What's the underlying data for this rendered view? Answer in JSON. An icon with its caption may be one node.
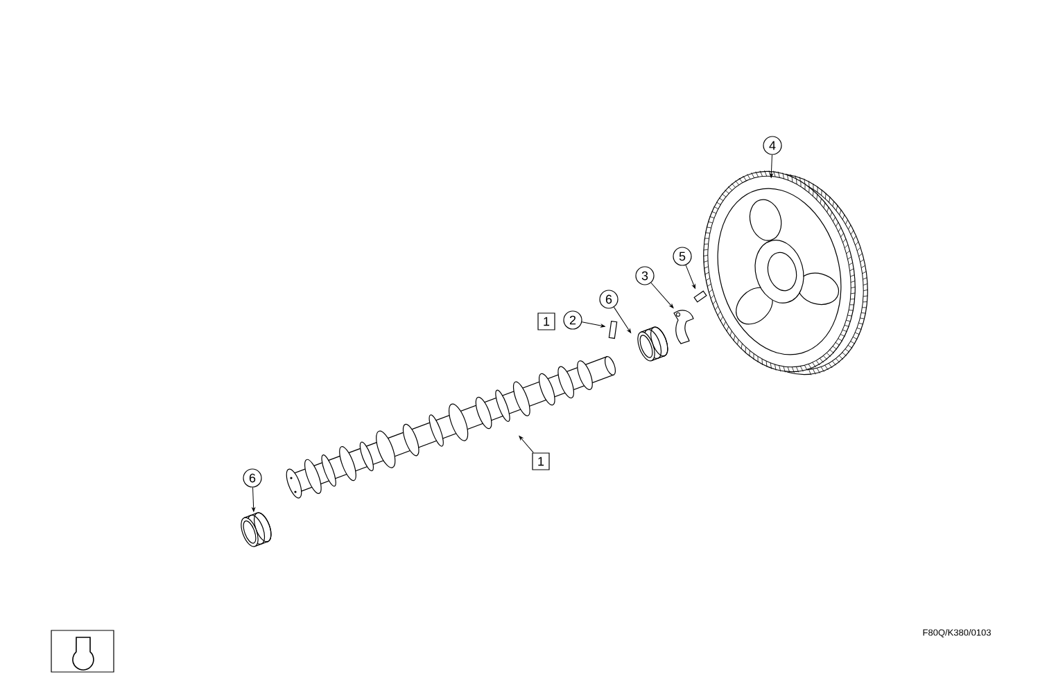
{
  "diagram": {
    "nodes": [
      {
        "text": [
          "4"
        ]
      },
      {
        "text": [],
        "shape": "picture"
      },
      {
        "text": [
          "5"
        ]
      },
      {
        "text": [],
        "shape": "picture"
      },
      {
        "text": [
          "3"
        ]
      },
      {
        "text": [],
        "shape": "picture"
      },
      {
        "text": [
          "6"
        ]
      },
      {
        "text": [],
        "shape": "picture"
      },
      {
        "text": [
          "2"
        ]
      },
      {
        "text": [],
        "shape": "picture"
      },
      {
        "text": [
          "1"
        ]
      },
      {
        "text": [],
        "shape": "picture"
      },
      {
        "text": [
          "6"
        ]
      },
      {
        "text": [],
        "shape": "picture"
      },
      {
        "text": [
          "1"
        ]
      }
    ],
    "edges": [
      {
        "from": 0,
        "to": 1,
        "arrow": "to"
      },
      {
        "from": 2,
        "to": 3,
        "arrow": "to"
      },
      {
        "from": 4,
        "to": 5,
        "arrow": "to"
      },
      {
        "from": 6,
        "to": 7,
        "arrow": "to"
      },
      {
        "from": 8,
        "to": 9,
        "arrow": "to"
      },
      {
        "from": 10,
        "to": 11,
        "arrow": "to"
      },
      {
        "from": 12,
        "to": 13,
        "arrow": "to"
      }
    ],
    "labels": [
      "F80Q/K380/0103"
    ]
  }
}
